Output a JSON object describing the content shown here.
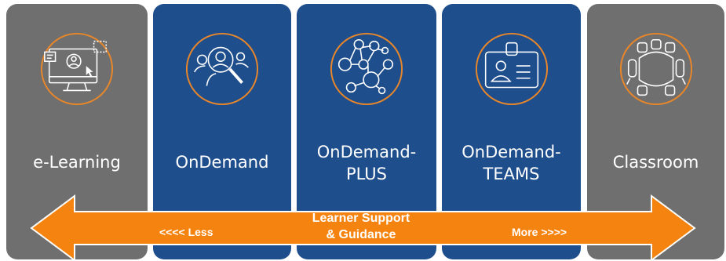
{
  "cards": [
    {
      "id": "elearning",
      "line1": "e-Learning",
      "line2": "",
      "icon": "monitor-user-cursor-icon",
      "color": "#6f6f6f"
    },
    {
      "id": "ondemand",
      "line1": "OnDemand",
      "line2": "",
      "icon": "users-magnifier-icon",
      "color": "#1f4e8c"
    },
    {
      "id": "ondemand-plus",
      "line1": "OnDemand-",
      "line2": "PLUS",
      "icon": "user-network-icon",
      "color": "#1f4e8c"
    },
    {
      "id": "ondemand-teams",
      "line1": "OnDemand-",
      "line2": "TEAMS",
      "icon": "id-badge-icon",
      "color": "#1f4e8c"
    },
    {
      "id": "classroom",
      "line1": "Classroom",
      "line2": "",
      "icon": "conference-table-icon",
      "color": "#6f6f6f"
    }
  ],
  "arrow": {
    "left_label": "<<<< Less",
    "center_line1": "Learner Support",
    "center_line2": "& Guidance",
    "right_label": "More >>>>",
    "color": "#f5830f"
  },
  "colors": {
    "icon_ring": "#e8862a",
    "icon_stroke": "#ffffff"
  }
}
